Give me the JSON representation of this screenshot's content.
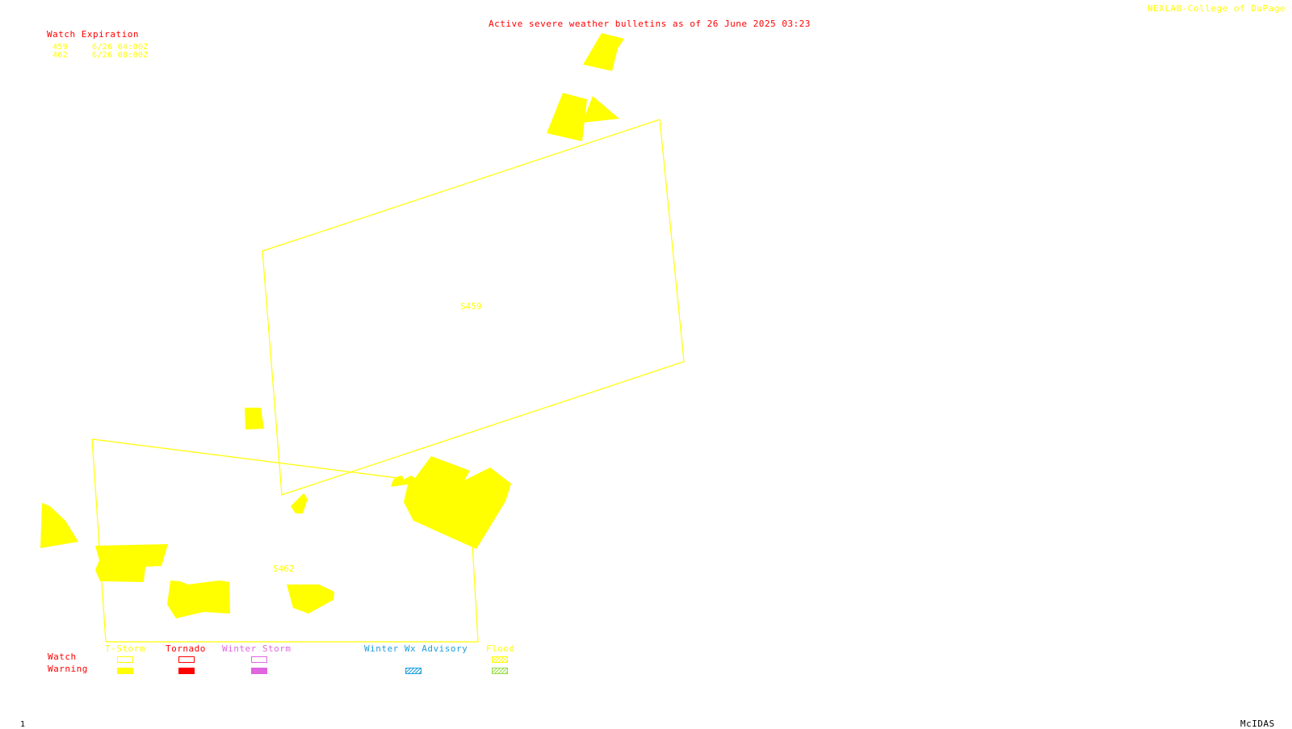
{
  "header": {
    "title": "Active severe weather bulletins as of 26 June 2025 03:23",
    "credit": "NEXLAB-College of DuPage R"
  },
  "watch_expiration": {
    "heading": "Watch Expiration",
    "rows": [
      {
        "id": "459",
        "time": "6/26 04:00Z"
      },
      {
        "id": "462",
        "time": "6/26 08:00Z"
      }
    ]
  },
  "map": {
    "watch_labels": [
      "S459",
      "S462"
    ],
    "colors": {
      "thunderstorm": "#ffff00",
      "tornado": "#ff0000",
      "winter_storm": "#e066e0",
      "winter_advisory": "#1f9fe0",
      "flood": "#99dd44"
    }
  },
  "legend": {
    "row_labels": {
      "watch": "Watch",
      "warning": "Warning"
    },
    "columns": [
      {
        "label": "T-Storm",
        "color": "#ffff00"
      },
      {
        "label": "Tornado",
        "color": "#ff0000"
      },
      {
        "label": "Winter Storm",
        "color": "#e066e0"
      },
      {
        "label": "Winter Wx Advisory",
        "color": "#1f9fe0"
      },
      {
        "label": "Flood",
        "color": "#99dd44"
      }
    ]
  },
  "footer": {
    "frame": "1",
    "software": "McIDAS"
  }
}
